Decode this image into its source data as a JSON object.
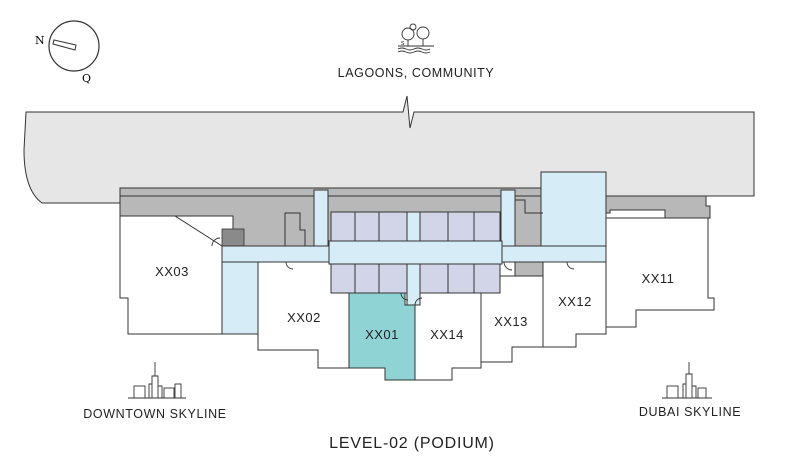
{
  "compass": {
    "north": "N",
    "south": "Q"
  },
  "views": {
    "top": "LAGOONS, COMMUNITY",
    "left": "DOWNTOWN SKYLINE",
    "right": "DUBAI SKYLINE"
  },
  "units": [
    {
      "id": "xx03",
      "label": "XX03",
      "selected": false
    },
    {
      "id": "xx02",
      "label": "XX02",
      "selected": false
    },
    {
      "id": "xx01",
      "label": "XX01",
      "selected": true
    },
    {
      "id": "xx14",
      "label": "XX14",
      "selected": false
    },
    {
      "id": "xx13",
      "label": "XX13",
      "selected": false
    },
    {
      "id": "xx12",
      "label": "XX12",
      "selected": false
    },
    {
      "id": "xx11",
      "label": "XX11",
      "selected": false
    }
  ],
  "title": "LEVEL-02 (PODIUM)",
  "colors": {
    "podium": "#e6e6e6",
    "service": "#b8b8b8",
    "corridor": "#d6ecf7",
    "core": "#d2d4e8",
    "selected": "#8fd3d4",
    "dark": "#8a8a8a",
    "outline": "#333333"
  }
}
